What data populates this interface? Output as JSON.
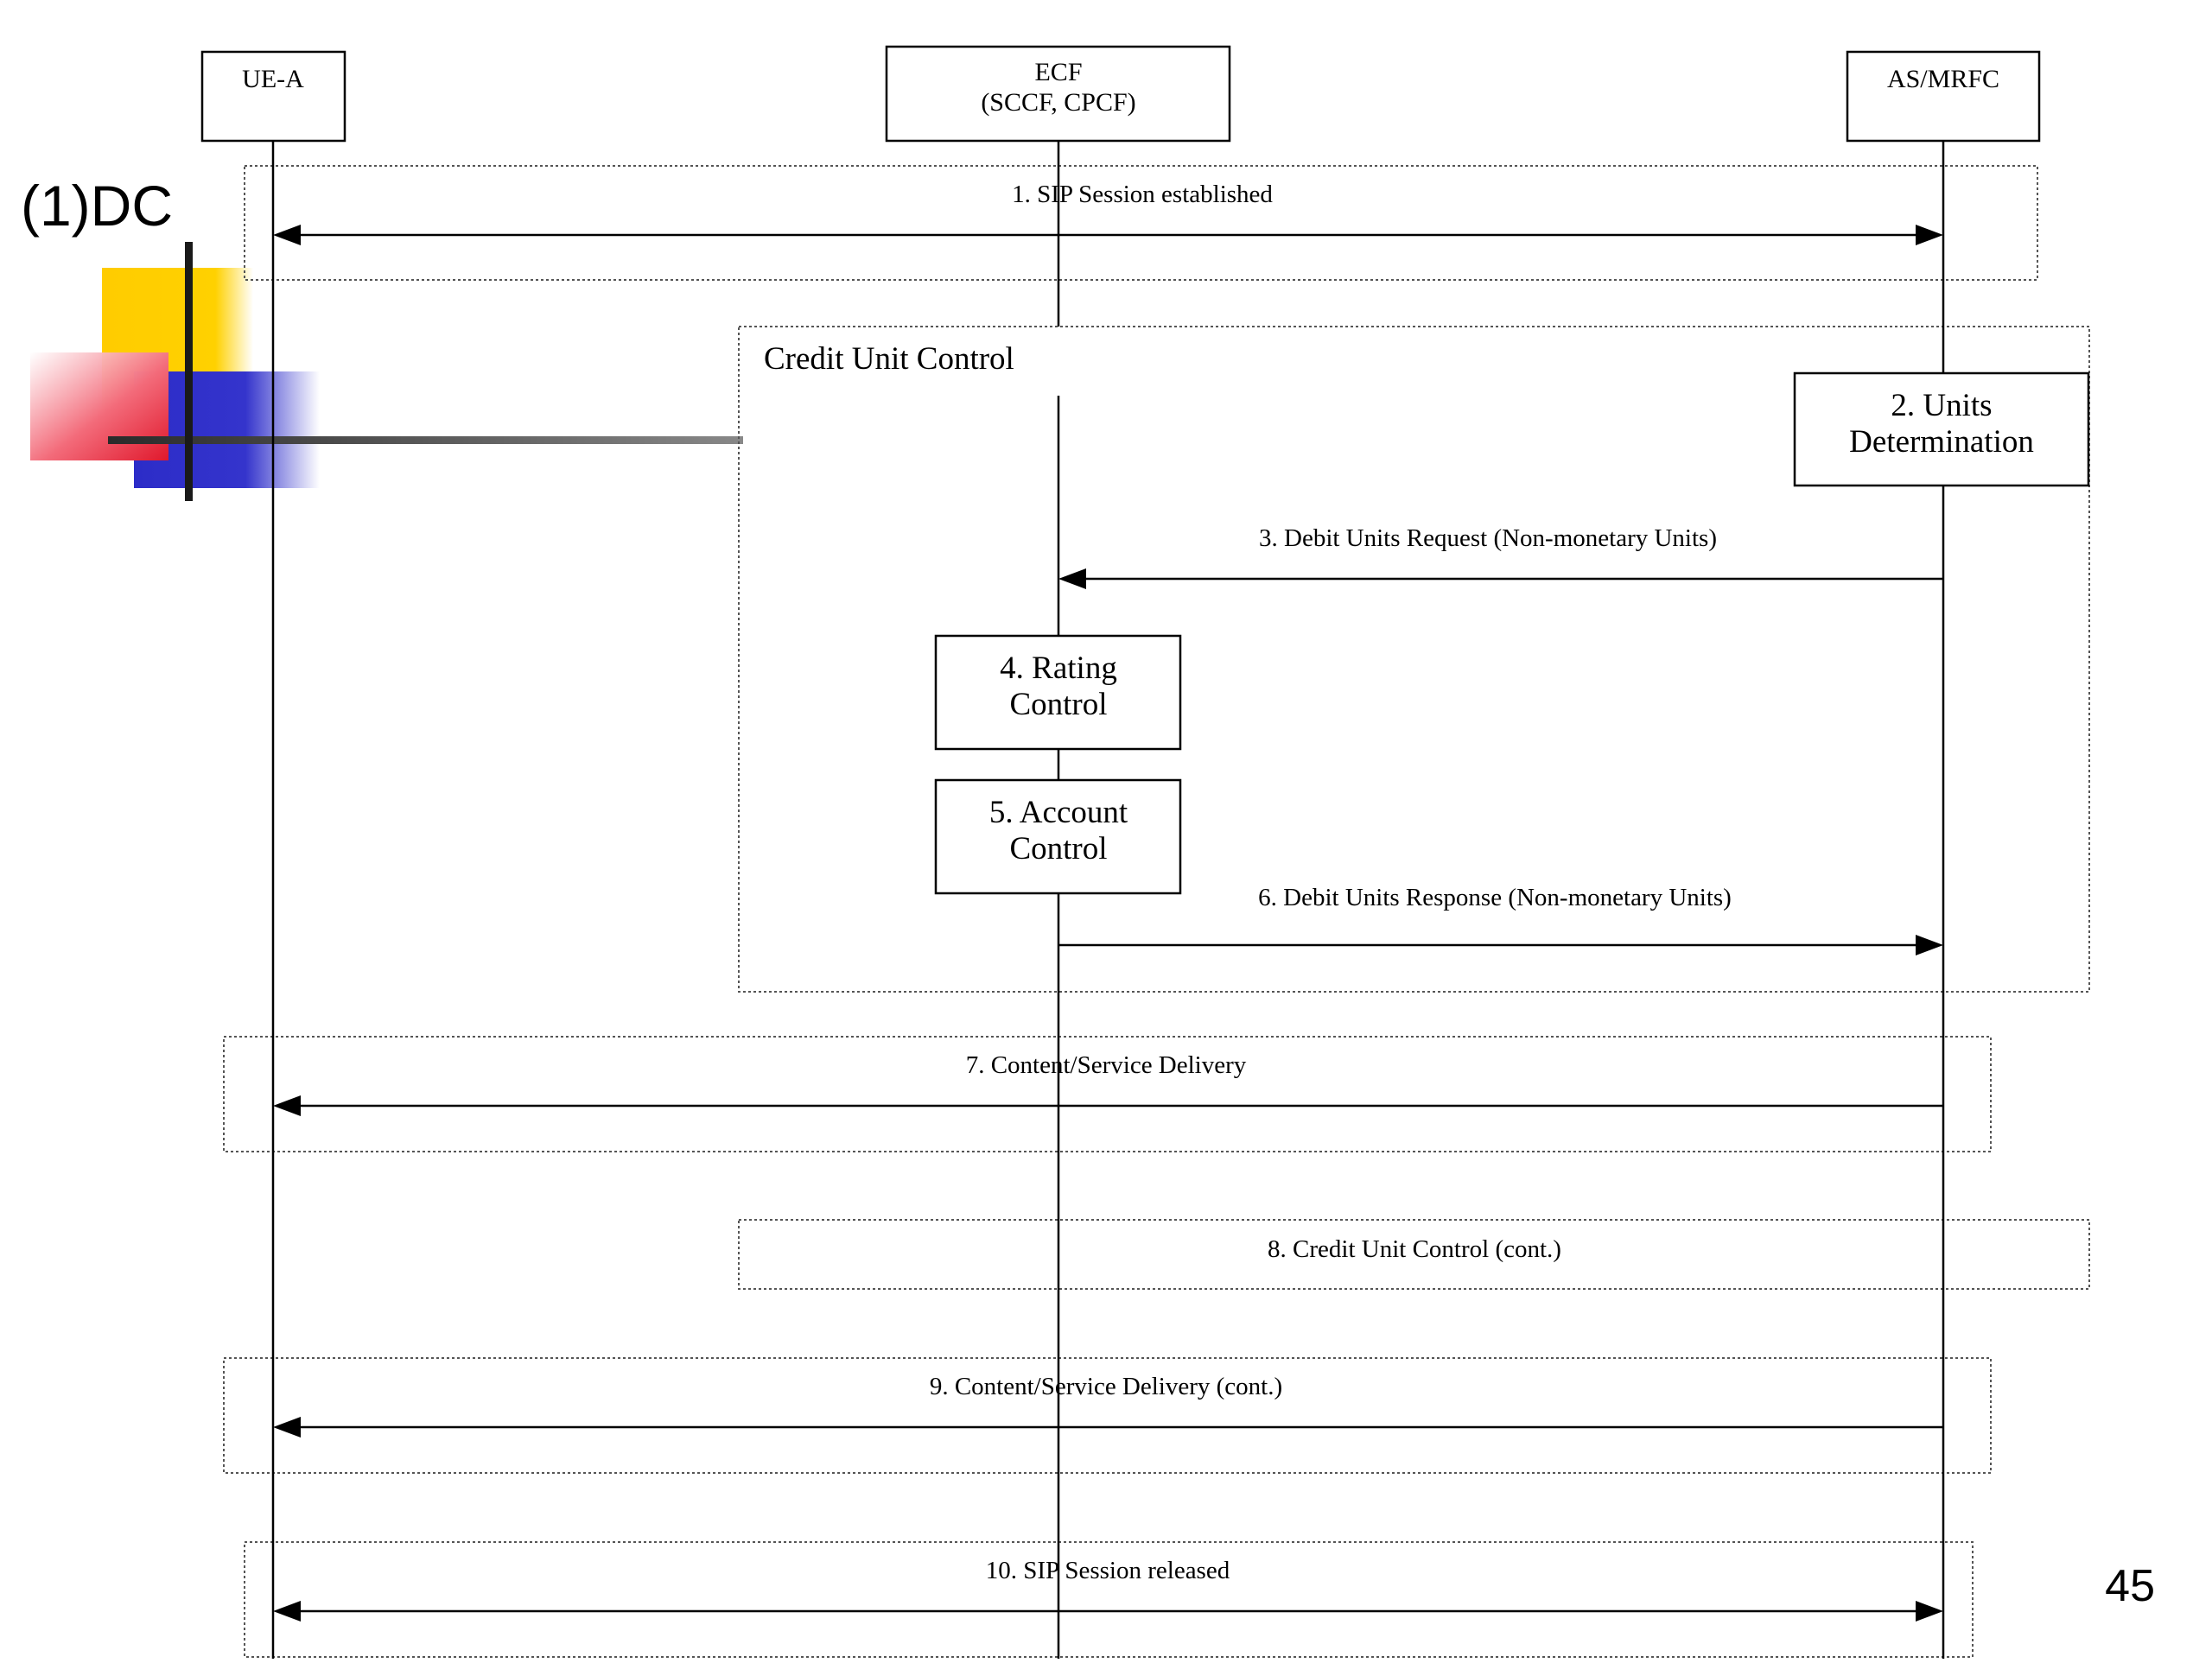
{
  "slide": {
    "heading": "(1)DC",
    "page_number": "45"
  },
  "colors": {
    "deco_yellow": "#ffcc00",
    "deco_red": "#ee2a3a",
    "deco_blue": "#3030cc",
    "deco_bar": "#333333",
    "line": "#000000"
  },
  "entities": [
    {
      "id": "ue",
      "lines": [
        "UE-A"
      ]
    },
    {
      "id": "ecf",
      "lines": [
        "ECF",
        "(SCCF, CPCF)"
      ]
    },
    {
      "id": "as",
      "lines": [
        "AS/MRFC"
      ]
    }
  ],
  "section": {
    "title": "Credit Unit Control"
  },
  "boxes": {
    "units_determination": [
      "2. Units",
      "Determination"
    ],
    "rating_control": [
      "4. Rating",
      "Control"
    ],
    "account_control": [
      "5. Account",
      "Control"
    ]
  },
  "messages": {
    "m1": "1. SIP Session established",
    "m3": "3. Debit Units Request (Non-monetary Units)",
    "m6": "6. Debit Units Response (Non-monetary Units)",
    "m7": "7. Content/Service Delivery",
    "m8": "8. Credit Unit Control (cont.)",
    "m9": "9. Content/Service Delivery (cont.)",
    "m10": "10. SIP Session released"
  }
}
